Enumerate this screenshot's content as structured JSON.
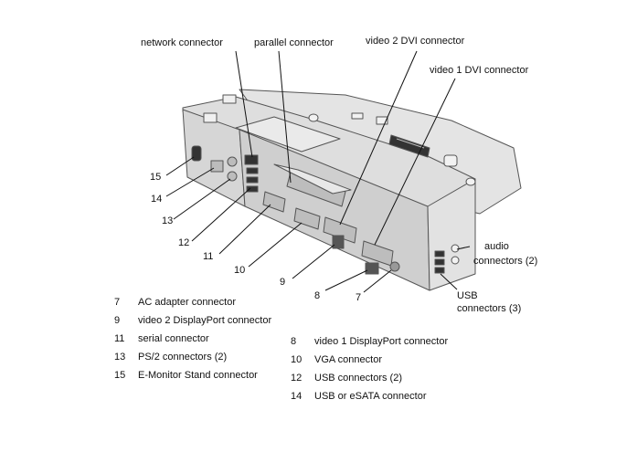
{
  "callouts": {
    "network": "network connector",
    "parallel": "parallel connector",
    "video2dvi": "video 2 DVI connector",
    "video1dvi": "video 1 DVI connector",
    "audio_line1": "audio",
    "audio_line2": "connectors (2)",
    "usb_line1": "USB",
    "usb_line2": "connectors (3)",
    "n15": "15",
    "n14": "14",
    "n13": "13",
    "n12": "12",
    "n11": "11",
    "n10": "10",
    "n9": "9",
    "n8": "8",
    "n7": "7"
  },
  "legend": {
    "left": [
      {
        "num": "7",
        "text": "AC adapter connector"
      },
      {
        "num": "9",
        "text": "video 2 DisplayPort connector"
      },
      {
        "num": "11",
        "text": "serial connector"
      },
      {
        "num": "13",
        "text": "PS/2 connectors (2)"
      },
      {
        "num": "15",
        "text": "E-Monitor Stand connector"
      }
    ],
    "right": [
      {
        "num": "8",
        "text": "video 1 DisplayPort connector"
      },
      {
        "num": "10",
        "text": "VGA connector"
      },
      {
        "num": "12",
        "text": "USB connectors (2)"
      },
      {
        "num": "14",
        "text": "USB or eSATA connector"
      }
    ]
  },
  "colors": {
    "body_fill": "#e6e6e6",
    "top_fill": "#dcdcdc",
    "front_fill": "#d2d2d2",
    "outline": "#555555",
    "leader": "#111111"
  }
}
